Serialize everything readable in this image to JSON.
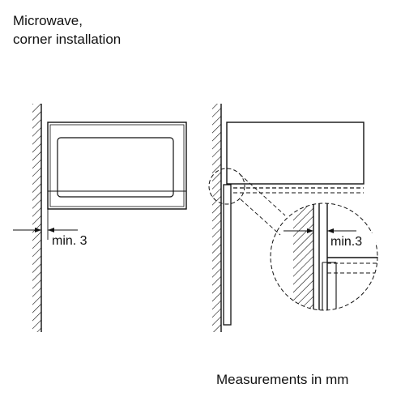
{
  "title": {
    "line1": "Microwave,",
    "line2": "corner installation"
  },
  "labels": {
    "min_left": "min. 3",
    "min_detail": "min.3"
  },
  "footer": {
    "note": "Measurements in mm"
  },
  "colors": {
    "ink": "#111111",
    "background": "#ffffff"
  }
}
